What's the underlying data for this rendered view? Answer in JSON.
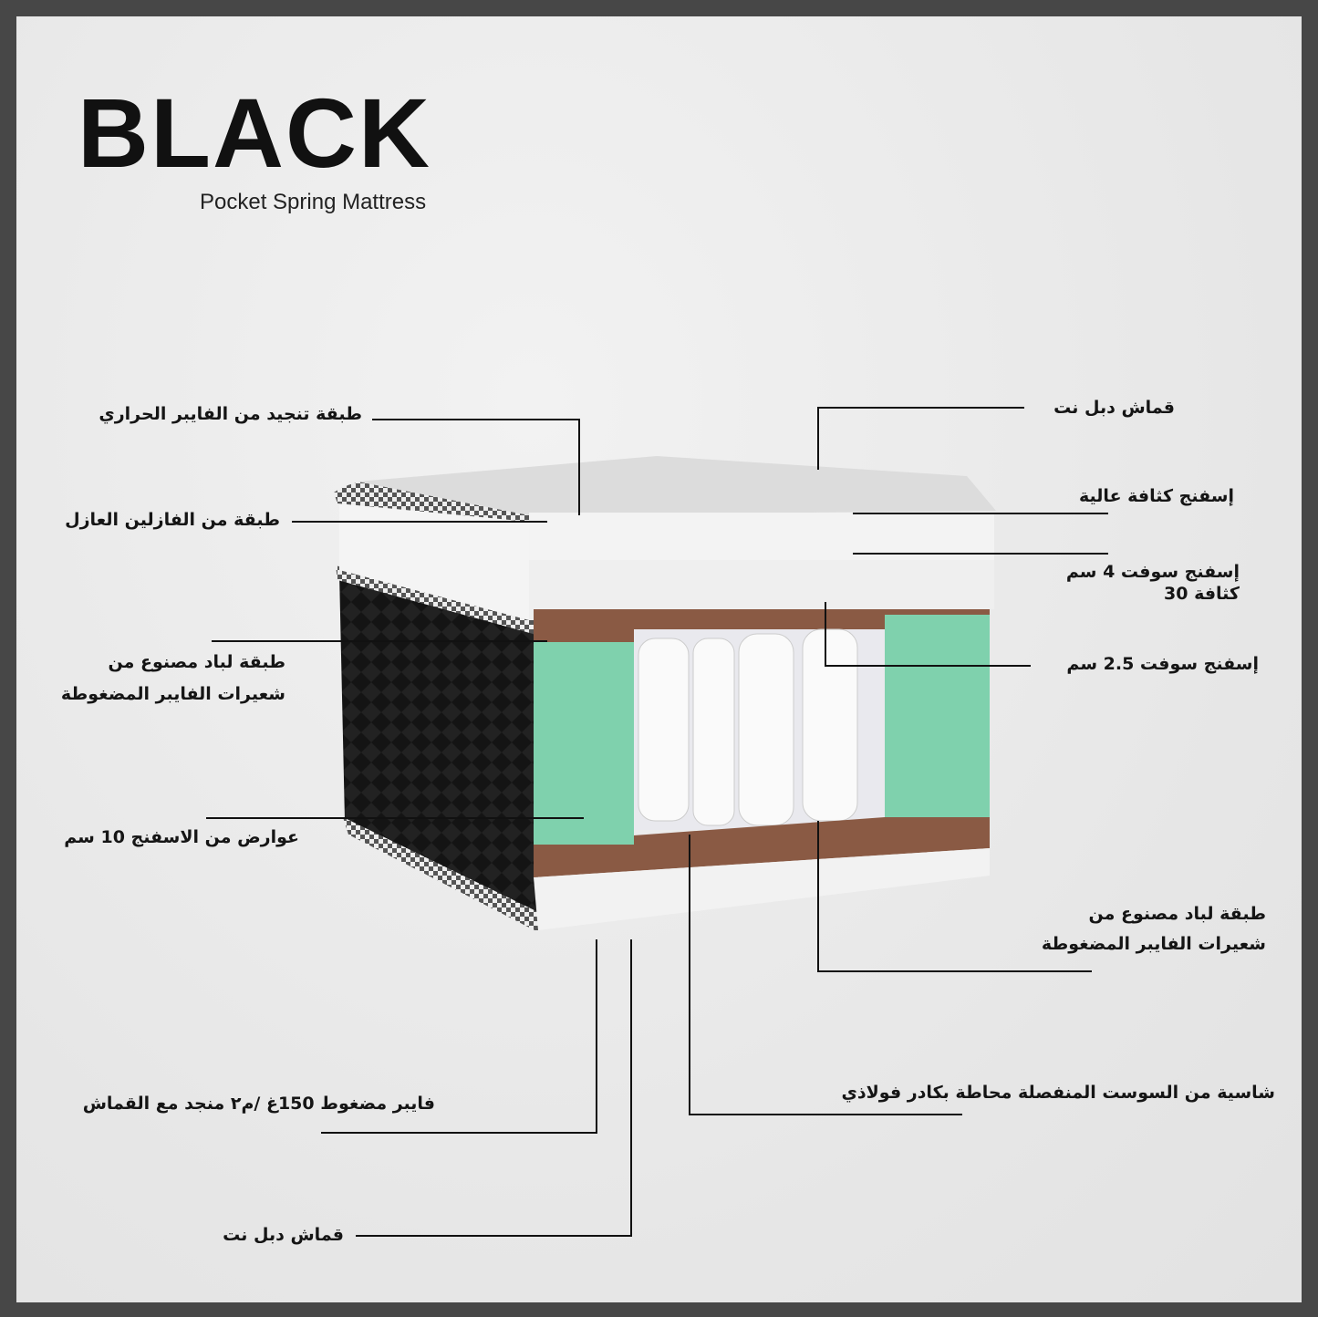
{
  "brand": {
    "logo": "BLACK",
    "subtitle": "Pocket Spring Mattress"
  },
  "labels_left": [
    {
      "text": "طبقة تنجيد من الفايبر الحراري"
    },
    {
      "text": "طبقة من الفازلين العازل"
    },
    {
      "line1": "طبقة لباد مصنوع من",
      "line2": "شعيرات الفايبر المضغوطة"
    },
    {
      "text": "عوارض من الاسفنج 10 سم"
    }
  ],
  "labels_right": [
    {
      "text": "قماش دبل نت"
    },
    {
      "text": "إسفنج كثافة عالية"
    },
    {
      "line1": "إسفنج سوفت 4  سم",
      "line2": "كثافة 30"
    },
    {
      "text": "إسفنج سوفت 2.5  سم"
    },
    {
      "line1": "طبقة لباد مصنوع من",
      "line2": "شعيرات الفايبر المضغوطة"
    }
  ],
  "labels_bottom": [
    {
      "text": "شاسية من السوست المنفصلة محاطة بكادر فولاذي"
    },
    {
      "text": "فايبر مضغوط 150غ /م٢ منجد مع القماش"
    },
    {
      "text": "قماش دبل نت"
    }
  ],
  "colors": {
    "frame": "#474747",
    "background": "#e8e8e8",
    "foam_green": "#7fd1ad",
    "fiber_brown": "#8a5a44",
    "side_black": "#141414"
  }
}
